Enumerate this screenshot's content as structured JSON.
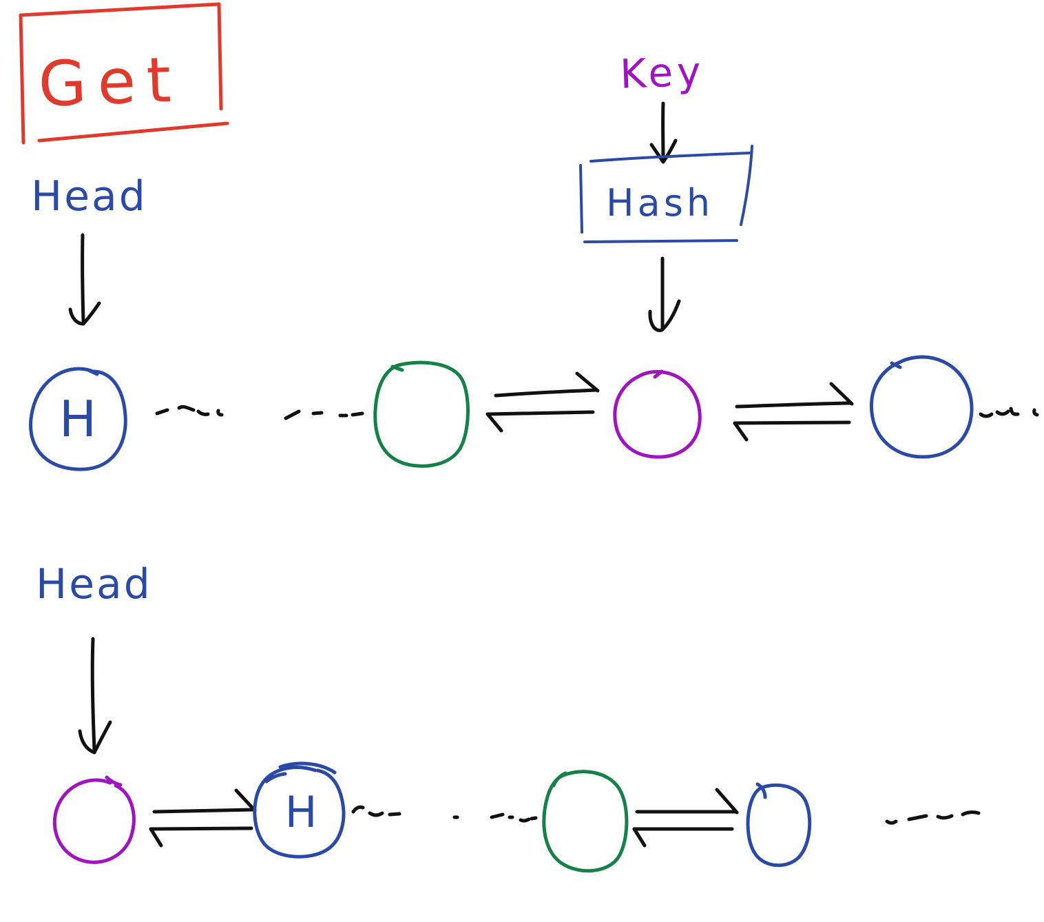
{
  "palette": {
    "red": "#e03a2c",
    "blue": "#2a4aa5",
    "magenta": "#a013c0",
    "green": "#158148",
    "ink": "#111111",
    "background": "#ffffff"
  },
  "operation": {
    "label": "Get"
  },
  "hash_flow": {
    "input_label": "Key",
    "box_label": "Hash"
  },
  "list_before": {
    "head_pointer_label": "Head",
    "nodes": [
      {
        "name": "head-node",
        "label": "H",
        "color": "blue"
      },
      {
        "name": "prev-node",
        "label": "",
        "color": "green"
      },
      {
        "name": "target-node",
        "label": "",
        "color": "magenta"
      },
      {
        "name": "next-node",
        "label": "",
        "color": "blue"
      }
    ],
    "connections": [
      "dashed-gap",
      "dashed-gap",
      "double-arrow",
      "double-arrow",
      "dashed-gap"
    ]
  },
  "list_after": {
    "head_pointer_label": "Head",
    "nodes": [
      {
        "name": "target-node",
        "label": "",
        "color": "magenta"
      },
      {
        "name": "head-node",
        "label": "H",
        "color": "blue"
      },
      {
        "name": "prev-node",
        "label": "",
        "color": "green"
      },
      {
        "name": "next-node",
        "label": "",
        "color": "blue"
      }
    ],
    "connections": [
      "double-arrow",
      "dashed-gap",
      "double-arrow",
      "dashed-gap"
    ]
  }
}
